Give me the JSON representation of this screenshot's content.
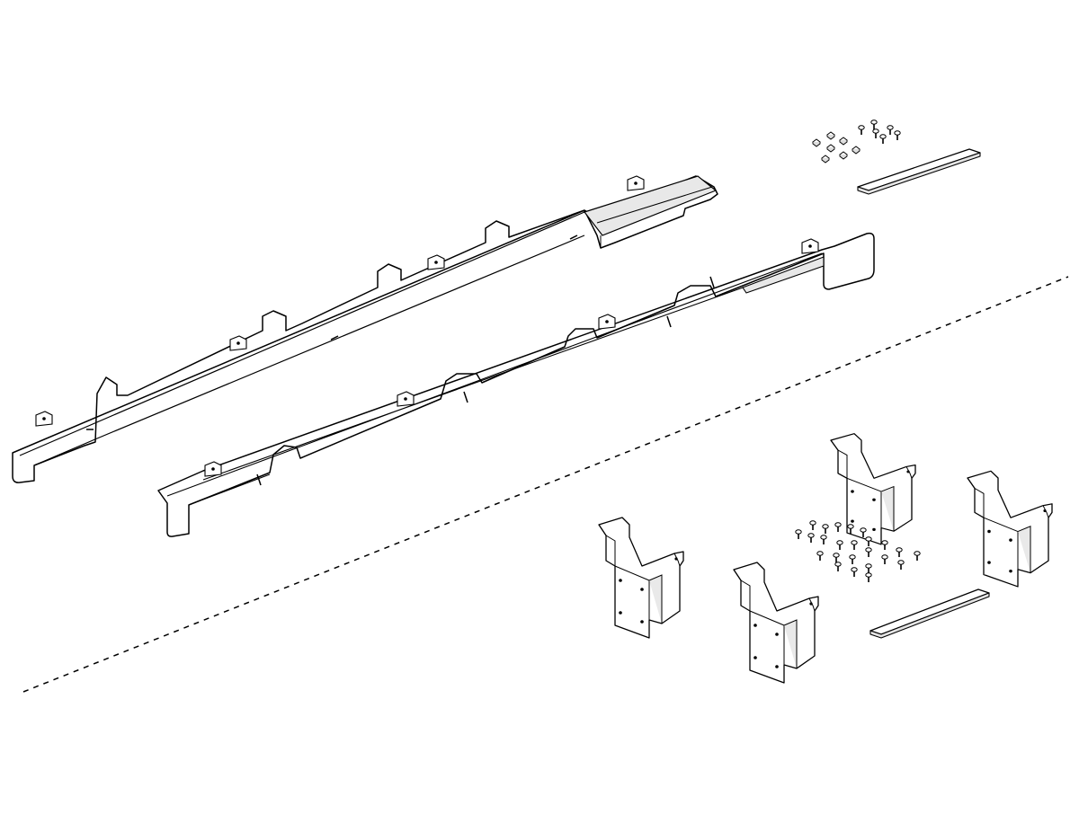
{
  "figure": {
    "background": "#ffffff",
    "line_color": "#000000",
    "part_fill": "#ffffff",
    "shade_fill": "#e6e6e6",
    "separator_style": "dashed"
  },
  "groups": [
    {
      "id": "upper",
      "items": [
        "rail",
        "rail",
        "fastener-set",
        "flat-strip"
      ]
    },
    {
      "id": "lower",
      "items": [
        "bracket",
        "bracket",
        "bracket",
        "bracket",
        "fastener-set",
        "flat-strip"
      ]
    }
  ]
}
